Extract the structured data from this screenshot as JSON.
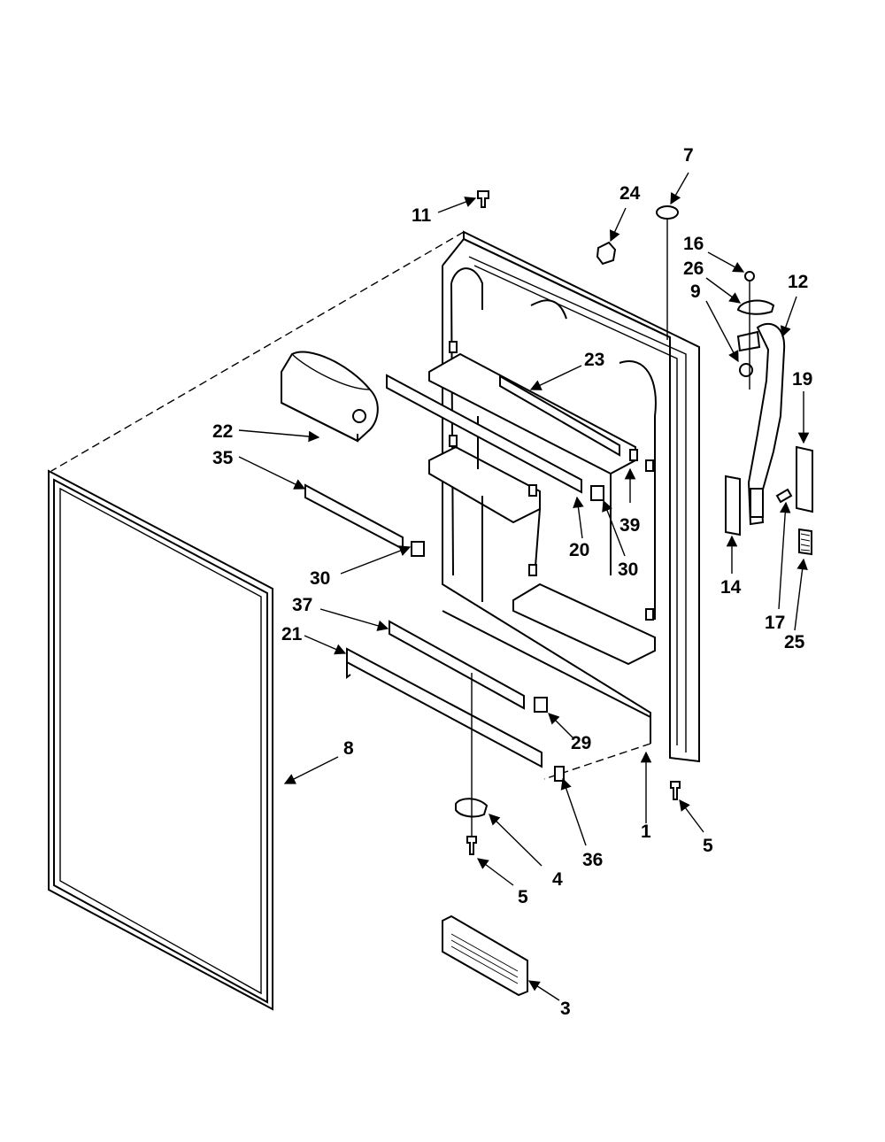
{
  "callouts": {
    "c1": "1",
    "c3": "3",
    "c4": "4",
    "c5a": "5",
    "c5b": "5",
    "c7": "7",
    "c8": "8",
    "c9": "9",
    "c11": "11",
    "c12": "12",
    "c14": "14",
    "c16": "16",
    "c17": "17",
    "c19": "19",
    "c20": "20",
    "c21": "21",
    "c22": "22",
    "c23": "23",
    "c24": "24",
    "c25": "25",
    "c26": "26",
    "c29": "29",
    "c30a": "30",
    "c30b": "30",
    "c35": "35",
    "c36": "36",
    "c37": "37",
    "c39": "39"
  },
  "colors": {
    "ink": "#000000",
    "paper": "#ffffff"
  }
}
